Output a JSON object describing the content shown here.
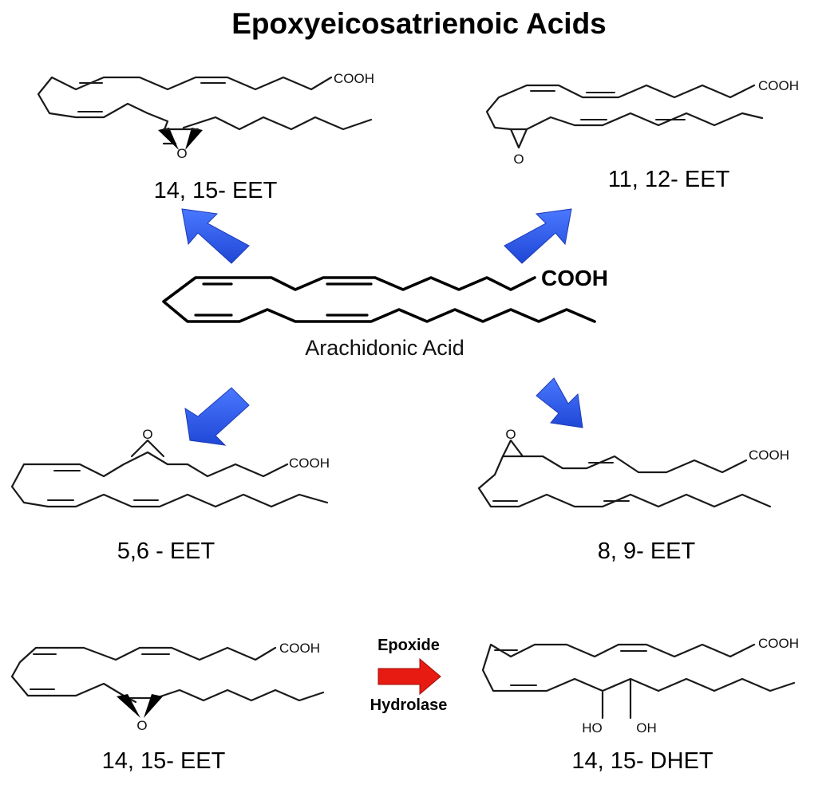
{
  "title": "Epoxyeicosatrienoic Acids",
  "colors": {
    "pathway_arrow": "#2f5bea",
    "hydrolase_arrow": "#e81b12",
    "ink": "#000000"
  },
  "center": {
    "label": "Arachidonic Acid",
    "cooh": "COOH"
  },
  "products": [
    {
      "label": "14, 15- EET",
      "cooh": "COOH",
      "o": "O"
    },
    {
      "label": "11, 12- EET",
      "cooh": "COOH",
      "o": "O"
    },
    {
      "label": "5,6 - EET",
      "cooh": "COOH",
      "o": "O"
    },
    {
      "label": "8, 9- EET",
      "cooh": "COOH",
      "o": "O"
    }
  ],
  "reaction": {
    "substrate": {
      "label": "14, 15- EET",
      "cooh": "COOH",
      "o": "O"
    },
    "enzyme_line1": "Epoxide",
    "enzyme_line2": "Hydrolase",
    "product": {
      "label": "14, 15- DHET",
      "cooh": "COOH",
      "oh1": "HO",
      "oh2": "OH"
    }
  }
}
